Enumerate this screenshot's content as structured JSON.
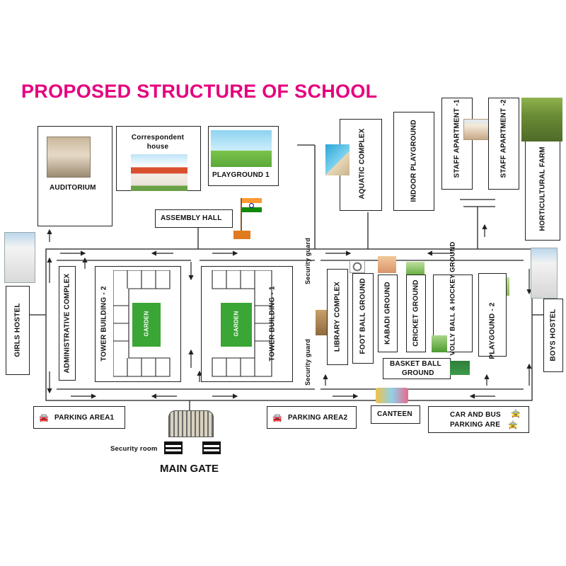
{
  "title": "PROPOSED STRUCTURE OF SCHOOL",
  "buildings": {
    "auditorium": "AUDITORIUM",
    "correspondent_house": "Correspondent house",
    "playground1": "PLAYGROUND 1",
    "aquatic_complex": "AQUATIC COMPLEX",
    "indoor_playground": "INDOOR PLAYGROUND",
    "staff_apartment_1": "STAFF APARTMENT -1",
    "staff_apartment_2": "STAFF APARTMENT -2",
    "horticultural_farm": "HORTICULTURAL FARM",
    "assembly_hall": "ASSEMBLY HALL",
    "girls_hostel": "GIRLS HOSTEL",
    "boys_hostel": "BOYS HOSTEL",
    "administrative_complex": "ADMINISTRATIVE COMPLEX",
    "tower_building_2": "TOWER BUILDING - 2",
    "tower_building_1": "TOWER BUILDING - 1",
    "garden": "GARDEN",
    "library_complex": "LIBRARY COMPLEX",
    "football_ground": "FOOT BALL GROUND",
    "kabadi_ground": "KABADI GROUND",
    "cricket_ground": "CRICKET GROUND",
    "volleyball_hockey": "VOLLY BALL & HOCKEY GROUND",
    "playground2": "PLAYGOUND - 2",
    "basketball_line1": "BASKET BALL",
    "basketball_line2": "GROUND",
    "parking_area1": "PARKING AREA1",
    "parking_area2": "PARKING AREA2",
    "canteen": "CANTEEN",
    "car_bus_line1": "CAR AND BUS",
    "car_bus_line2": "PARKING ARE",
    "security_guard": "Security guard",
    "security_room": "Security room",
    "main_gate": "MAIN GATE"
  },
  "colors": {
    "title": "#e6007e",
    "garden": "#3aa635",
    "outline": "#222222"
  },
  "icons": [
    "flag-icon",
    "car-icon",
    "bus-icon",
    "gate-icon",
    "canteen-icon"
  ]
}
